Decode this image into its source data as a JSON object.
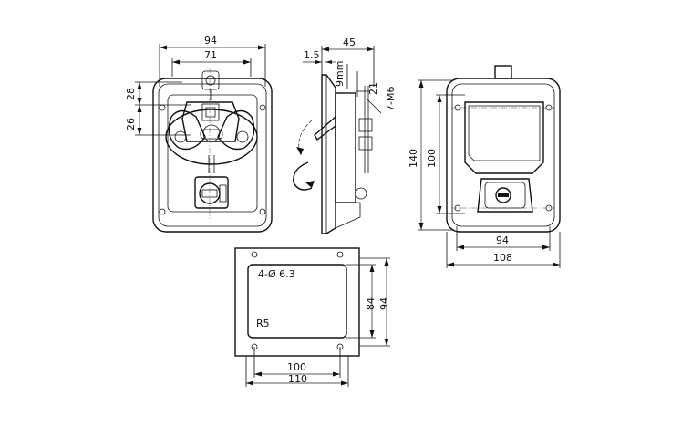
{
  "front_view": {
    "width_outer": "94",
    "width_inner": "71",
    "height_upper": "28",
    "height_lower": "26"
  },
  "side_view": {
    "depth": "45",
    "plate_thickness": "1.5",
    "spacing": "9mm",
    "rod_length": "21",
    "thread": "7-M6"
  },
  "rear_view": {
    "height_outer": "140",
    "height_inner": "100",
    "width_inner": "94",
    "width_outer": "108"
  },
  "cutout_view": {
    "holes": "4-Ø 6.3",
    "radius": "R5",
    "width_inner": "100",
    "width_outer": "110",
    "height_inner": "84",
    "height_outer": "94"
  }
}
